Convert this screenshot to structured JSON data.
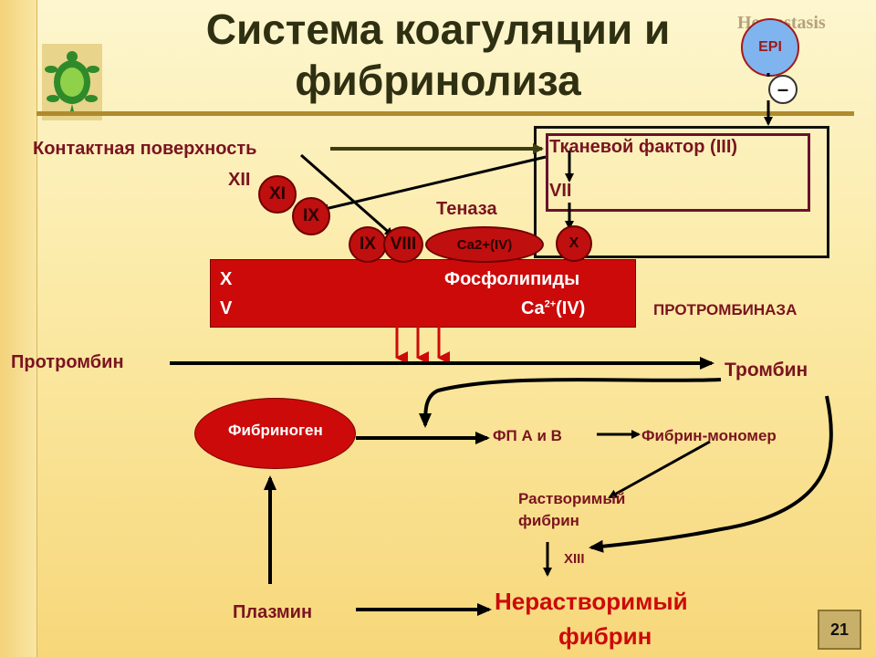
{
  "title_line1": "Система коагуляции и",
  "title_line2": "фибринолиза",
  "watermark": "Hemostasis",
  "epi": "EPI",
  "minus": "–",
  "contact_surface": "Контактная поверхность",
  "tissue_factor": "Тканевой фактор (III)",
  "factors": {
    "xii": "XII",
    "xi": "XI",
    "ix_upper": "IX",
    "ix_lower": "IX",
    "viii": "VIII",
    "vii": "VII",
    "x_tenase": "X",
    "ca_tenase": "Ca2+(IV)"
  },
  "tenase": "Теназа",
  "phospholipid_box": {
    "x": "X",
    "v": "V",
    "phospholipids": "Фосфолипиды",
    "ca_base": "Ca",
    "ca_sup": "2+",
    "ca_suffix": "(IV)"
  },
  "prothrombinase": "ПРОТРОМБИНАЗА",
  "prothrombin": "Протромбин",
  "thrombin": "Тромбин",
  "fibrinogen": "Фибриноген",
  "fp_ab": "ФП А и В",
  "fibrin_monomer": "Фибрин-мономер",
  "soluble_fibrin_1": "Растворимый",
  "soluble_fibrin_2": "фибрин",
  "xiii": "XIII",
  "insoluble_fibrin_1": "Нерастворимый",
  "insoluble_fibrin_2": "фибрин",
  "plasmin": "Плазмин",
  "page_number": "21",
  "colors": {
    "label": "#7a1420",
    "red": "#cc0a0a",
    "title": "#2f2f12",
    "epi_fill": "#7fb4ef"
  },
  "icons": [
    "turtle-logo-icon"
  ]
}
